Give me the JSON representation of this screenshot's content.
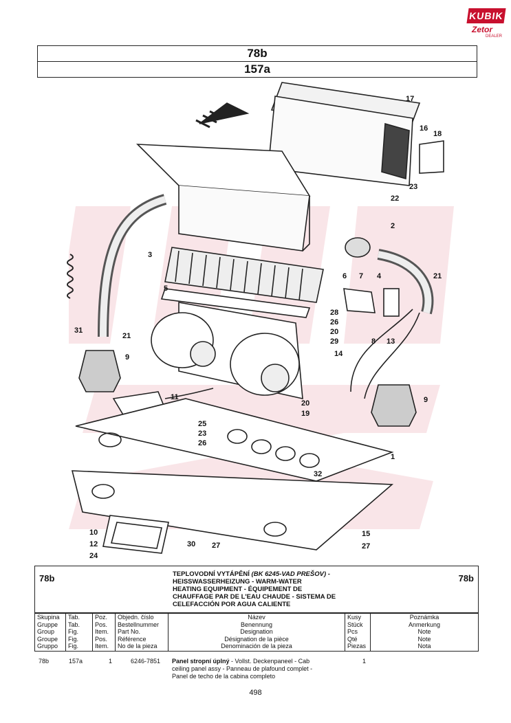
{
  "logo": {
    "brand": "KUBIK",
    "sub": "Zetor",
    "tag": "DEALER"
  },
  "header": {
    "group": "78b",
    "figure": "157a"
  },
  "callouts": [
    "17",
    "16",
    "18",
    "23",
    "22",
    "2",
    "3",
    "6",
    "7",
    "4",
    "21",
    "5",
    "28",
    "26",
    "20",
    "29",
    "8",
    "13",
    "14",
    "31",
    "21",
    "9",
    "11",
    "20",
    "19",
    "9",
    "25",
    "23",
    "26",
    "1",
    "32",
    "10",
    "12",
    "24",
    "30",
    "27",
    "15",
    "27"
  ],
  "info": {
    "code_left": "78b",
    "code_right": "78b",
    "title_line1": "TEPLOVODNÍ VYTÁPĚNÍ ",
    "title_line1_note": "(BK 6245-VAD PREŠOV)",
    "title_line1_end": " -",
    "title_line2": "HEISSWASSERHEIZUNG - WARM-WATER",
    "title_line3": "HEATING EQUIPMENT - ÉQUIPEMENT DE",
    "title_line4": "CHAUFFAGE PAR DE L'EAU CHAUDE - SISTEMA DE",
    "title_line5": "CELEFACCIÓN POR AGUA CALIENTE"
  },
  "columns": {
    "skupina": [
      "Skupina",
      "Gruppe",
      "Group",
      "Groupe",
      "Gruppo"
    ],
    "tab": [
      "Tab.",
      "Tab.",
      "Fig.",
      "Fig.",
      "Fig."
    ],
    "poz": [
      "Poz.",
      "Pos.",
      "Item.",
      "Pos.",
      "Item."
    ],
    "cislo": [
      "Objedn. číslo",
      "Bestellnummer",
      "Part No.",
      "Référence",
      "No de la pieza"
    ],
    "nazev": [
      "Název",
      "Benennung",
      "Designation",
      "Désignation de la pièce",
      "Denominación de la pieza"
    ],
    "kusy": [
      "Kusy",
      "Stück",
      "Pcs",
      "Qté",
      "Piezas"
    ],
    "poznamka": [
      "Poznámka",
      "Anmerkung",
      "Note",
      "Note",
      "Nota"
    ]
  },
  "row": {
    "group": "78b",
    "tab": "157a",
    "pos": "1",
    "part": "6246-7851",
    "name_bold": "Panel stropní úplný",
    "name_rest": " - Vollst. Deckenpaneel - Cab",
    "name_line2": "ceiling panel assy - Panneau de plafound complet -",
    "name_line3": "Panel de techo de la cabina completo",
    "qty": "1"
  },
  "page": {
    "number": "498"
  }
}
